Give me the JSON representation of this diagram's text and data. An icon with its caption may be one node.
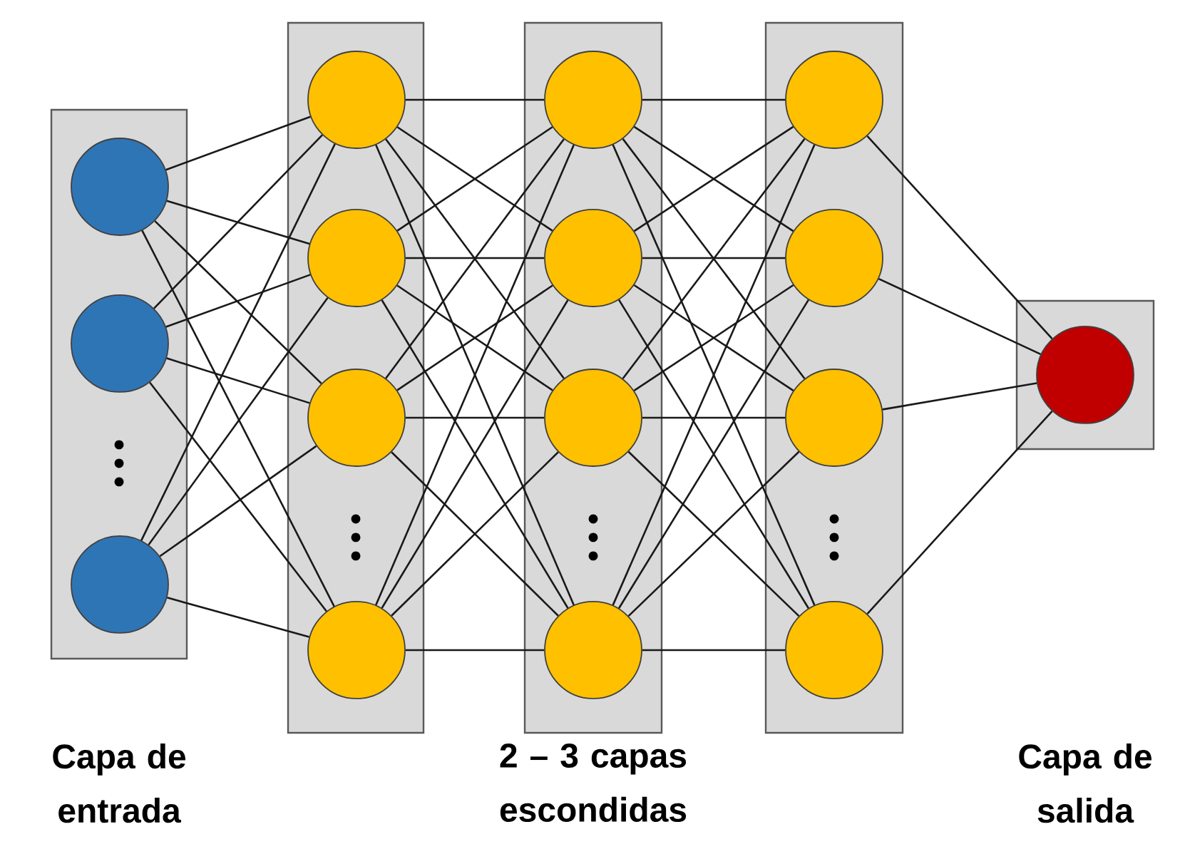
{
  "diagram": {
    "nodes": [
      {
        "text": [
          "Capa de entrada"
        ]
      },
      {
        "text": [],
        "shape": "circle",
        "in": 0
      },
      {
        "text": [],
        "shape": "circle",
        "in": 0
      },
      {
        "text": [],
        "shape": "circle",
        "in": 0
      },
      {
        "text": [],
        "shape": "box"
      },
      {
        "text": [],
        "shape": "circle",
        "in": 4
      },
      {
        "text": [],
        "shape": "circle",
        "in": 4
      },
      {
        "text": [],
        "shape": "circle",
        "in": 4
      },
      {
        "text": [],
        "shape": "circle",
        "in": 4
      },
      {
        "text": [],
        "shape": "box"
      },
      {
        "text": [],
        "shape": "circle",
        "in": 9
      },
      {
        "text": [],
        "shape": "circle",
        "in": 9
      },
      {
        "text": [],
        "shape": "circle",
        "in": 9
      },
      {
        "text": [],
        "shape": "circle",
        "in": 9
      },
      {
        "text": [],
        "shape": "box"
      },
      {
        "text": [],
        "shape": "circle",
        "in": 14
      },
      {
        "text": [],
        "shape": "circle",
        "in": 14
      },
      {
        "text": [],
        "shape": "circle",
        "in": 14
      },
      {
        "text": [],
        "shape": "circle",
        "in": 14
      },
      {
        "text": [],
        "shape": "box"
      },
      {
        "text": [],
        "shape": "circle",
        "in": 19
      }
    ],
    "edges": [
      {
        "from": 1,
        "to": 5,
        "arrow": "none"
      },
      {
        "from": 1,
        "to": 6,
        "arrow": "none"
      },
      {
        "from": 1,
        "to": 7,
        "arrow": "none"
      },
      {
        "from": 1,
        "to": 8,
        "arrow": "none"
      },
      {
        "from": 2,
        "to": 5,
        "arrow": "none"
      },
      {
        "from": 2,
        "to": 6,
        "arrow": "none"
      },
      {
        "from": 2,
        "to": 7,
        "arrow": "none"
      },
      {
        "from": 2,
        "to": 8,
        "arrow": "none"
      },
      {
        "from": 3,
        "to": 5,
        "arrow": "none"
      },
      {
        "from": 3,
        "to": 6,
        "arrow": "none"
      },
      {
        "from": 3,
        "to": 7,
        "arrow": "none"
      },
      {
        "from": 3,
        "to": 8,
        "arrow": "none"
      },
      {
        "from": 5,
        "to": 10,
        "arrow": "none"
      },
      {
        "from": 5,
        "to": 11,
        "arrow": "none"
      },
      {
        "from": 5,
        "to": 12,
        "arrow": "none"
      },
      {
        "from": 5,
        "to": 13,
        "arrow": "none"
      },
      {
        "from": 6,
        "to": 10,
        "arrow": "none"
      },
      {
        "from": 6,
        "to": 11,
        "arrow": "none"
      },
      {
        "from": 6,
        "to": 12,
        "arrow": "none"
      },
      {
        "from": 6,
        "to": 13,
        "arrow": "none"
      },
      {
        "from": 7,
        "to": 10,
        "arrow": "none"
      },
      {
        "from": 7,
        "to": 11,
        "arrow": "none"
      },
      {
        "from": 7,
        "to": 12,
        "arrow": "none"
      },
      {
        "from": 7,
        "to": 13,
        "arrow": "none"
      },
      {
        "from": 8,
        "to": 10,
        "arrow": "none"
      },
      {
        "from": 8,
        "to": 11,
        "arrow": "none"
      },
      {
        "from": 8,
        "to": 12,
        "arrow": "none"
      },
      {
        "from": 8,
        "to": 13,
        "arrow": "none"
      },
      {
        "from": 10,
        "to": 15,
        "arrow": "none"
      },
      {
        "from": 10,
        "to": 16,
        "arrow": "none"
      },
      {
        "from": 10,
        "to": 17,
        "arrow": "none"
      },
      {
        "from": 10,
        "to": 18,
        "arrow": "none"
      },
      {
        "from": 11,
        "to": 15,
        "arrow": "none"
      },
      {
        "from": 11,
        "to": 16,
        "arrow": "none"
      },
      {
        "from": 11,
        "to": 17,
        "arrow": "none"
      },
      {
        "from": 11,
        "to": 18,
        "arrow": "none"
      },
      {
        "from": 12,
        "to": 15,
        "arrow": "none"
      },
      {
        "from": 12,
        "to": 16,
        "arrow": "none"
      },
      {
        "from": 12,
        "to": 17,
        "arrow": "none"
      },
      {
        "from": 12,
        "to": 18,
        "arrow": "none"
      },
      {
        "from": 13,
        "to": 15,
        "arrow": "none"
      },
      {
        "from": 13,
        "to": 16,
        "arrow": "none"
      },
      {
        "from": 13,
        "to": 17,
        "arrow": "none"
      },
      {
        "from": 13,
        "to": 18,
        "arrow": "none"
      },
      {
        "from": 15,
        "to": 20,
        "arrow": "none"
      },
      {
        "from": 16,
        "to": 20,
        "arrow": "none"
      },
      {
        "from": 17,
        "to": 20,
        "arrow": "none"
      },
      {
        "from": 18,
        "to": 20,
        "arrow": "none"
      }
    ],
    "labels": [
      "2 – 3 capas escondidas",
      "Capa de salida"
    ]
  }
}
